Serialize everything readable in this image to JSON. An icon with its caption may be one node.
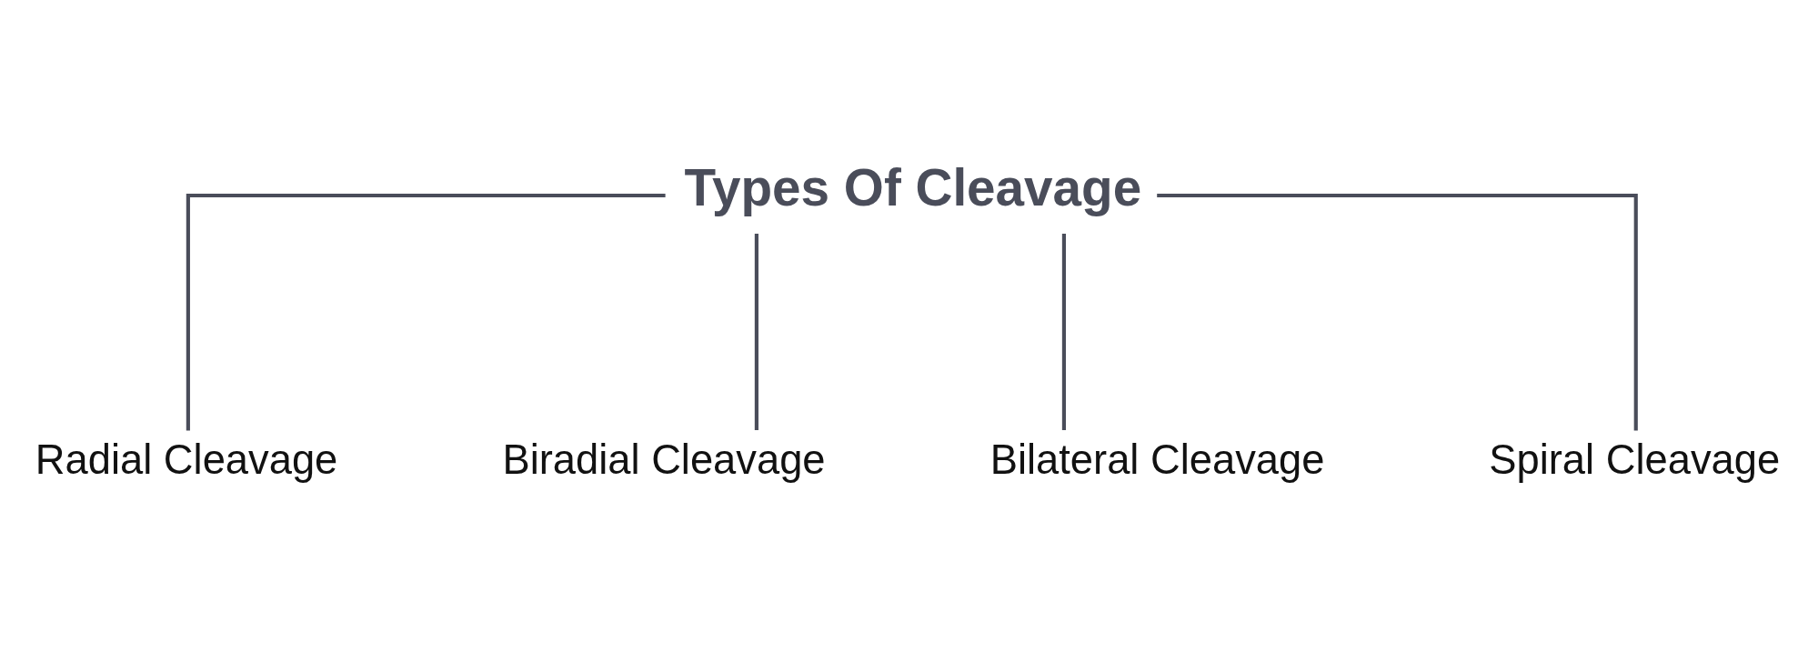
{
  "diagram": {
    "nodes": [
      {
        "text": [
          "Types Of Cleavage"
        ]
      },
      {
        "text": [
          "Radial Cleavage"
        ]
      },
      {
        "text": [
          "Biradial Cleavage"
        ]
      },
      {
        "text": [
          "Bilateral Cleavage"
        ]
      },
      {
        "text": [
          "Spiral Cleavage"
        ]
      }
    ],
    "edges": [
      {
        "from": 0,
        "to": 1,
        "arrow": "none"
      },
      {
        "from": 0,
        "to": 2,
        "arrow": "none"
      },
      {
        "from": 0,
        "to": 3,
        "arrow": "none"
      },
      {
        "from": 0,
        "to": 4,
        "arrow": "none"
      }
    ]
  }
}
